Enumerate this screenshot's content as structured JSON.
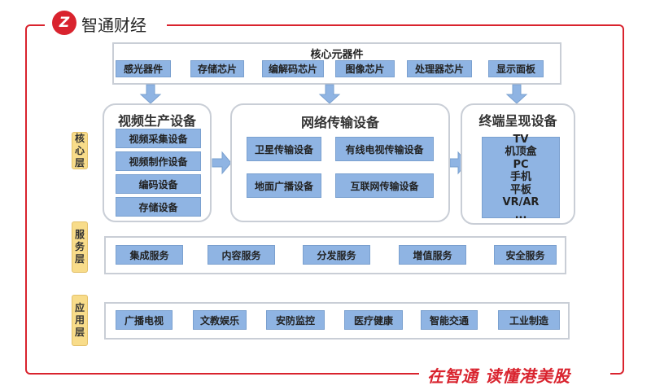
{
  "brand": {
    "logo_text": "智通财经",
    "footer_slogan": "在智通 读懂港美股"
  },
  "core_components": {
    "title": "核心元器件",
    "items": [
      "感光器件",
      "存储芯片",
      "编解码芯片",
      "图像芯片",
      "处理器芯片",
      "显示面板"
    ]
  },
  "layers": {
    "core": "核心层",
    "service": "服务层",
    "application": "应用层"
  },
  "video_production": {
    "title": "视频生产设备",
    "items": [
      "视频采集设备",
      "视频制作设备",
      "编码设备",
      "存储设备"
    ]
  },
  "network_transmission": {
    "title": "网络传输设备",
    "items": [
      "卫星传输设备",
      "有线电视传输设备",
      "地面广播设备",
      "互联网传输设备"
    ]
  },
  "terminal_display": {
    "title": "终端呈现设备",
    "items": [
      "TV",
      "机顶盒",
      "PC",
      "手机",
      "平板",
      "VR/AR",
      "..."
    ]
  },
  "services": [
    "集成服务",
    "内容服务",
    "分发服务",
    "增值服务",
    "安全服务"
  ],
  "applications": [
    "广播电视",
    "文教娱乐",
    "安防监控",
    "医疗健康",
    "智能交通",
    "工业制造"
  ]
}
